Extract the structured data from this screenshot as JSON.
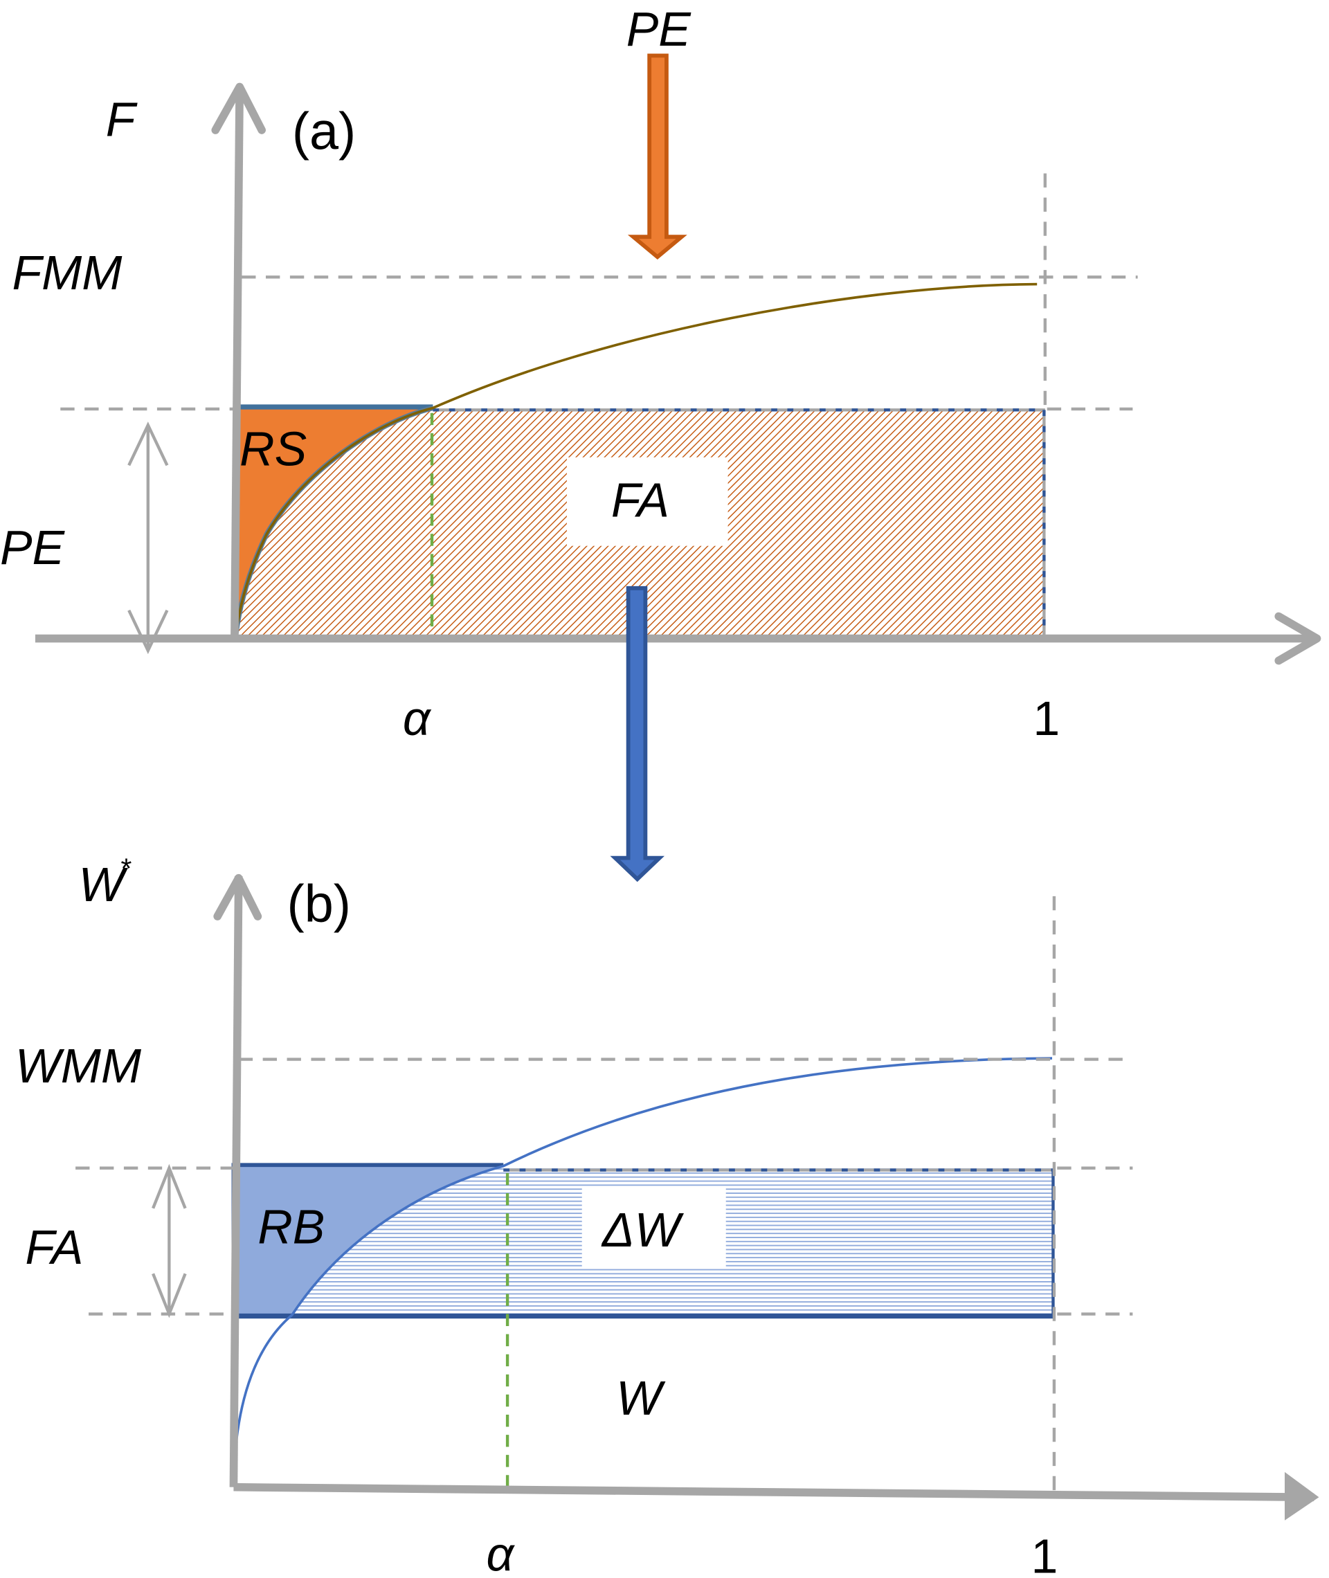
{
  "panel_a": {
    "label": "(a)",
    "y_axis_label": "F",
    "top_arrow_label": "PE",
    "fmm_label": "FMM",
    "pe_label": "PE",
    "rs_label": "RS",
    "fa_label": "FA",
    "x_tick_alpha": "α",
    "x_tick_one": "1"
  },
  "panel_b": {
    "label": "(b)",
    "y_axis_label": "W",
    "y_axis_sup": "*",
    "wmm_label": "WMM",
    "fa_label": "FA",
    "rb_label": "RB",
    "dw_label": "ΔW",
    "w_label": "W",
    "x_tick_alpha": "α",
    "x_tick_one": "1"
  },
  "colors": {
    "axis": "#a6a6a6",
    "orange": "#ed7d31",
    "orange_dark": "#c55a11",
    "blue": "#4472c4",
    "blue_dark": "#2f5597",
    "blue_light": "#8faadc",
    "curve_a": "#7f6000",
    "curve_b": "#4472c4",
    "green": "#70ad47",
    "hatch_a": "#c55a11"
  }
}
